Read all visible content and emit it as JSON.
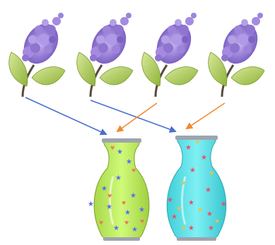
{
  "diagram": {
    "flowers": [
      {
        "name": "flower-1",
        "color": "#9a7fd6",
        "target": "vase-green"
      },
      {
        "name": "flower-2",
        "color": "#9a7fd6",
        "target": "vase-cyan"
      },
      {
        "name": "flower-3",
        "color": "#9a7fd6",
        "target": "vase-green"
      },
      {
        "name": "flower-4",
        "color": "#9a7fd6",
        "target": "vase-cyan"
      }
    ],
    "vases": [
      {
        "name": "vase-green",
        "body_color": "#c6f26b",
        "pattern": "stars-and-hearts",
        "pattern_colors": [
          "#5a6cf0",
          "#f07a5a"
        ]
      },
      {
        "name": "vase-cyan",
        "body_color": "#5fe3e8",
        "pattern": "stars-and-hearts",
        "pattern_colors": [
          "#e8506a",
          "#e8c24a"
        ]
      }
    ],
    "arrows": [
      {
        "from": "flower-1",
        "to": "vase-green",
        "color": "#4a6fd0"
      },
      {
        "from": "flower-2",
        "to": "vase-cyan",
        "color": "#4a6fd0"
      },
      {
        "from": "flower-3",
        "to": "vase-green",
        "color": "#f08a30"
      },
      {
        "from": "flower-4",
        "to": "vase-cyan",
        "color": "#f08a30"
      }
    ],
    "leaf_color": "#a9c94a",
    "stem_color": "#5a4a3a"
  }
}
